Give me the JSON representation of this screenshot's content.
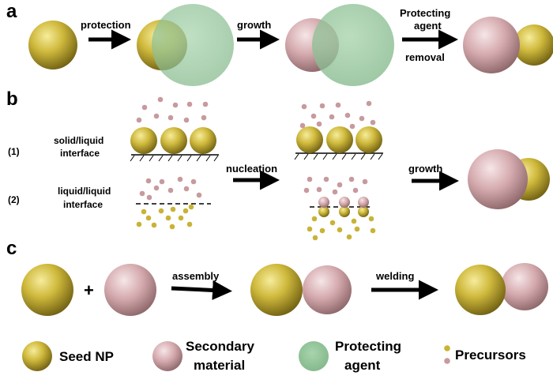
{
  "panels": {
    "a": {
      "letter": "a",
      "step1": "protection",
      "step2": "growth",
      "step3_line1": "Protecting",
      "step3_line2": "agent",
      "step3_line3": "removal"
    },
    "b": {
      "letter": "b",
      "case1_number": "(1)",
      "case1_line1": "solid/liquid",
      "case1_line2": "interface",
      "case2_number": "(2)",
      "case2_line1": "liquid/liquid",
      "case2_line2": "interface",
      "step1": "nucleation",
      "step2": "growth"
    },
    "c": {
      "letter": "c",
      "plus": "+",
      "step1": "assembly",
      "step2": "welding"
    }
  },
  "legend": {
    "seed": "Seed NP",
    "secondary_line1": "Secondary",
    "secondary_line2": "material",
    "protecting_line1": "Protecting",
    "protecting_line2": "agent",
    "precursors": "Precursors"
  },
  "colors": {
    "seed": "#c9b336",
    "secondary": "#d4a9ad",
    "protecting": "#8fbf96",
    "arrow": "#000000"
  }
}
